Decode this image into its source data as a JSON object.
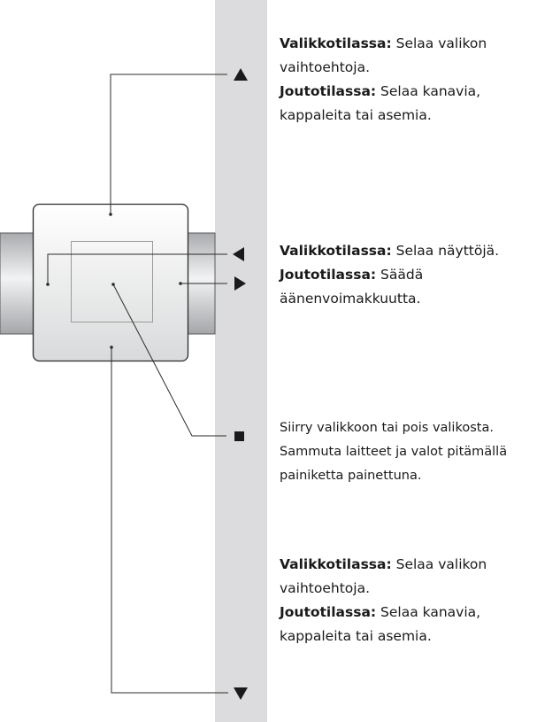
{
  "descriptions": {
    "up": {
      "line1_bold": "Valikkotilassa:",
      "line1_rest": " Selaa valikon",
      "line2": "vaihtoehtoja.",
      "line3_bold": "Joutotilassa:",
      "line3_rest": " Selaa kanavia,",
      "line4": "kappaleita tai asemia."
    },
    "left_right": {
      "line1_bold": "Valikkotilassa:",
      "line1_rest": " Selaa näyttöjä.",
      "line2_bold": "Joutotilassa:",
      "line2_rest": " Säädä",
      "line3": "äänenvoimakkuutta."
    },
    "select": {
      "line1": "Siirry valikkoon tai pois valikosta.",
      "line2": "Sammuta laitteet ja valot pitämällä",
      "line3": "painiketta painettuna."
    },
    "down": {
      "line1_bold": "Valikkotilassa:",
      "line1_rest": " Selaa valikon",
      "line2": "vaihtoehtoja.",
      "line3_bold": "Joutotilassa:",
      "line3_rest": " Selaa kanavia,",
      "line4": "kappaleita tai asemia."
    }
  }
}
